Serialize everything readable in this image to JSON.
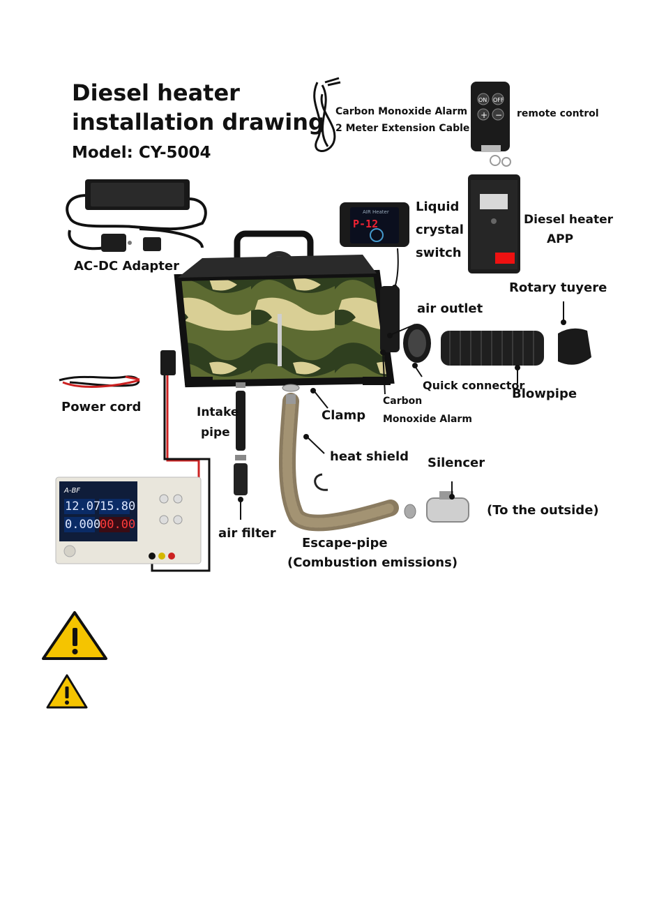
{
  "title": {
    "line1": "Diesel heater",
    "line2": "installation drawing",
    "model": "Model: CY-5004"
  },
  "labels": {
    "co_alarm_cable_1": "Carbon Monoxide Alarm",
    "co_alarm_cable_2": "2 Meter Extension Cable",
    "remote_control": "remote control",
    "ac_dc_adapter": "AC-DC Adapter",
    "liquid_1": "Liquid",
    "liquid_2": "crystal",
    "liquid_3": "switch",
    "app_1": "Diesel heater",
    "app_2": "APP",
    "rotary_tuyere": "Rotary tuyere",
    "air_outlet": "air outlet",
    "quick_connector": "Quick connector",
    "blowpipe": "Blowpipe",
    "power_cord": "Power cord",
    "intake_1": "Intake",
    "intake_2": "pipe",
    "clamp": "Clamp",
    "co_alarm_1": "Carbon",
    "co_alarm_2": "Monoxide Alarm",
    "heat_shield": "heat shield",
    "silencer": "Silencer",
    "to_outside": "(To the outside)",
    "air_filter": "air filter",
    "escape_1": "Escape-pipe",
    "escape_2": "(Combustion emissions)"
  },
  "remote": {
    "on": "ON",
    "off": "OFF",
    "plus": "+",
    "minus": "−"
  },
  "lcd": {
    "brand": "AIR Heater",
    "code": "P-12"
  },
  "psu": {
    "brand": "A-BF",
    "v_set": "12.07",
    "v_out": "15.80",
    "a_set": "0.000",
    "a_out": "00.00"
  },
  "colors": {
    "camo_dark": "#2f3f1f",
    "camo_mid": "#6d7a3a",
    "camo_light": "#d9cf95",
    "warning": "#f5c400"
  }
}
